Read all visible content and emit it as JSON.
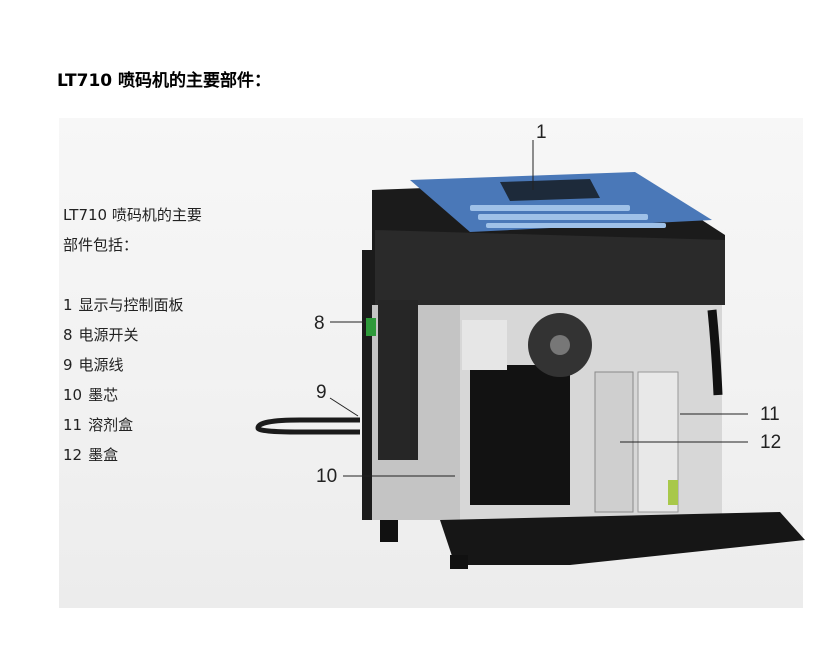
{
  "title": "LT710 喷码机的主要部件：",
  "intro_lines": [
    "LT710 喷码机的主要",
    "部件包括："
  ],
  "parts": [
    {
      "num": "1",
      "name": "显示与控制面板"
    },
    {
      "num": "8",
      "name": "电源开关"
    },
    {
      "num": "9",
      "name": "电源线"
    },
    {
      "num": "10",
      "name": "墨芯"
    },
    {
      "num": "11",
      "name": "溶剂盒"
    },
    {
      "num": "12",
      "name": "墨盒"
    }
  ],
  "callouts": {
    "c1": "1",
    "c8": "8",
    "c9": "9",
    "c10": "10",
    "c11": "11",
    "c12": "12"
  },
  "colors": {
    "housing_dark": "#1b1b1b",
    "keypad_blue": "#4a78b8",
    "cabinet_grey": "#d9d9d9",
    "switch_green": "#2e9a3a"
  }
}
